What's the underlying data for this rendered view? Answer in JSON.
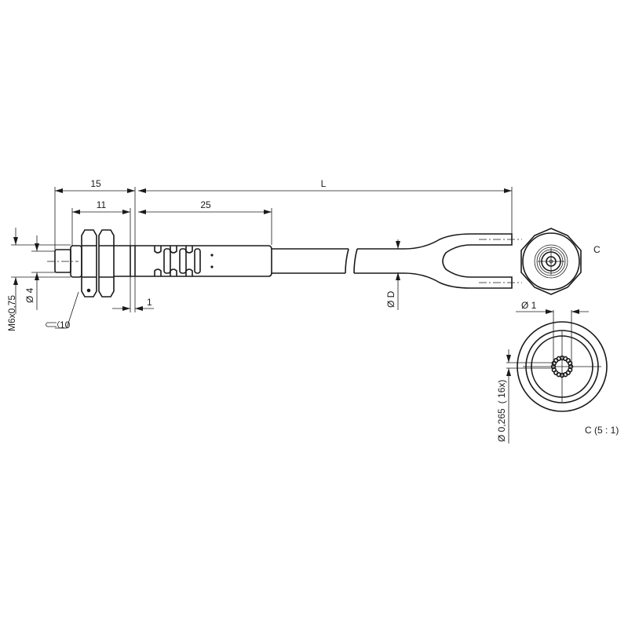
{
  "drawing": {
    "dimensions": {
      "overall_front": "15",
      "length": "L",
      "thread_length": "11",
      "body_length": "25",
      "gap": "1",
      "thread": "M6x0,75",
      "tip_diameter": "Ø 4",
      "cable_diameter": "Ø D",
      "wrench_size": "10",
      "fiber_diameter": "Ø 1",
      "element_diameter": "Ø 0,265",
      "element_count": "( 16x)"
    },
    "labels": {
      "view_marker": "C",
      "detail_view": "C (5 : 1)"
    },
    "colors": {
      "line": "#1a1a1a",
      "background": "#ffffff"
    }
  }
}
